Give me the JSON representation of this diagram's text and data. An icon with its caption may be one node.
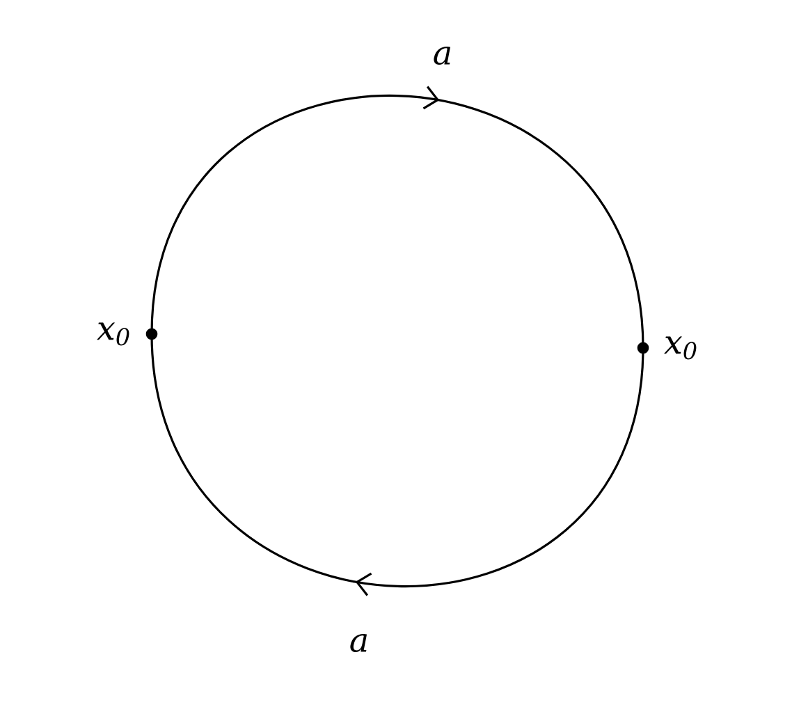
{
  "diagram": {
    "nodes": [
      {
        "text": [
          "x$_{0}$"
        ]
      },
      {
        "text": [
          "x$_{0}$"
        ]
      }
    ],
    "edges": [
      {
        "from": 0,
        "to": 1,
        "arrow": "to",
        "label": "a"
      },
      {
        "from": 1,
        "to": 0,
        "arrow": "to",
        "label": "a"
      }
    ]
  }
}
